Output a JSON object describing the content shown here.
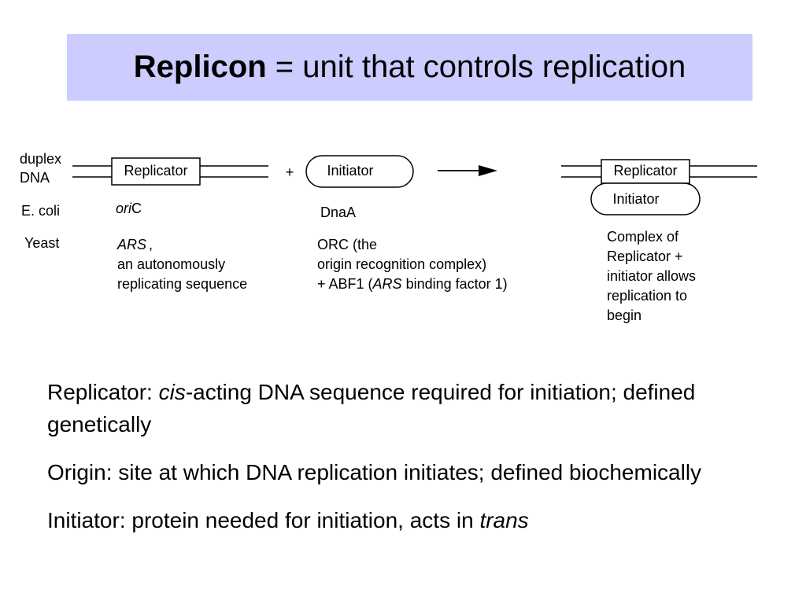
{
  "title": {
    "bold": "Replicon",
    "rest": " = unit that controls replication"
  },
  "diagram": {
    "row_label_duplex": "duplex",
    "row_label_dna": "DNA",
    "replicator_box": "Replicator",
    "plus": "+",
    "initiator_box": "Initiator",
    "complex_replicator_box": "Replicator",
    "complex_initiator_box": "Initiator",
    "ecoli": {
      "organism": "E. coli",
      "replicator_italic": "ori",
      "replicator_plain": "C",
      "initiator": "DnaA"
    },
    "yeast": {
      "organism": "Yeast",
      "replicator_italic": "ARS",
      "replicator_comma": ",",
      "replicator_line2": "an autonomously",
      "replicator_line3": "replicating sequence",
      "initiator_line1": "ORC (the",
      "initiator_line2": "origin recognition complex)",
      "initiator_line3_a": "+ ABF1 (",
      "initiator_line3_italic": "ARS",
      "initiator_line3_b": " binding factor 1)"
    },
    "complex_note": [
      "Complex of",
      "Replicator +",
      "initiator allows",
      "replication to",
      "begin"
    ]
  },
  "definitions": {
    "replicator": {
      "prefix": "Replicator: ",
      "italic": "cis",
      "suffix": "-acting DNA sequence required for initiation; defined genetically"
    },
    "origin": "Origin: site at which DNA replication initiates; defined biochemically",
    "initiator": {
      "prefix": "Initiator: protein needed for initiation, acts in ",
      "italic": "trans"
    }
  }
}
